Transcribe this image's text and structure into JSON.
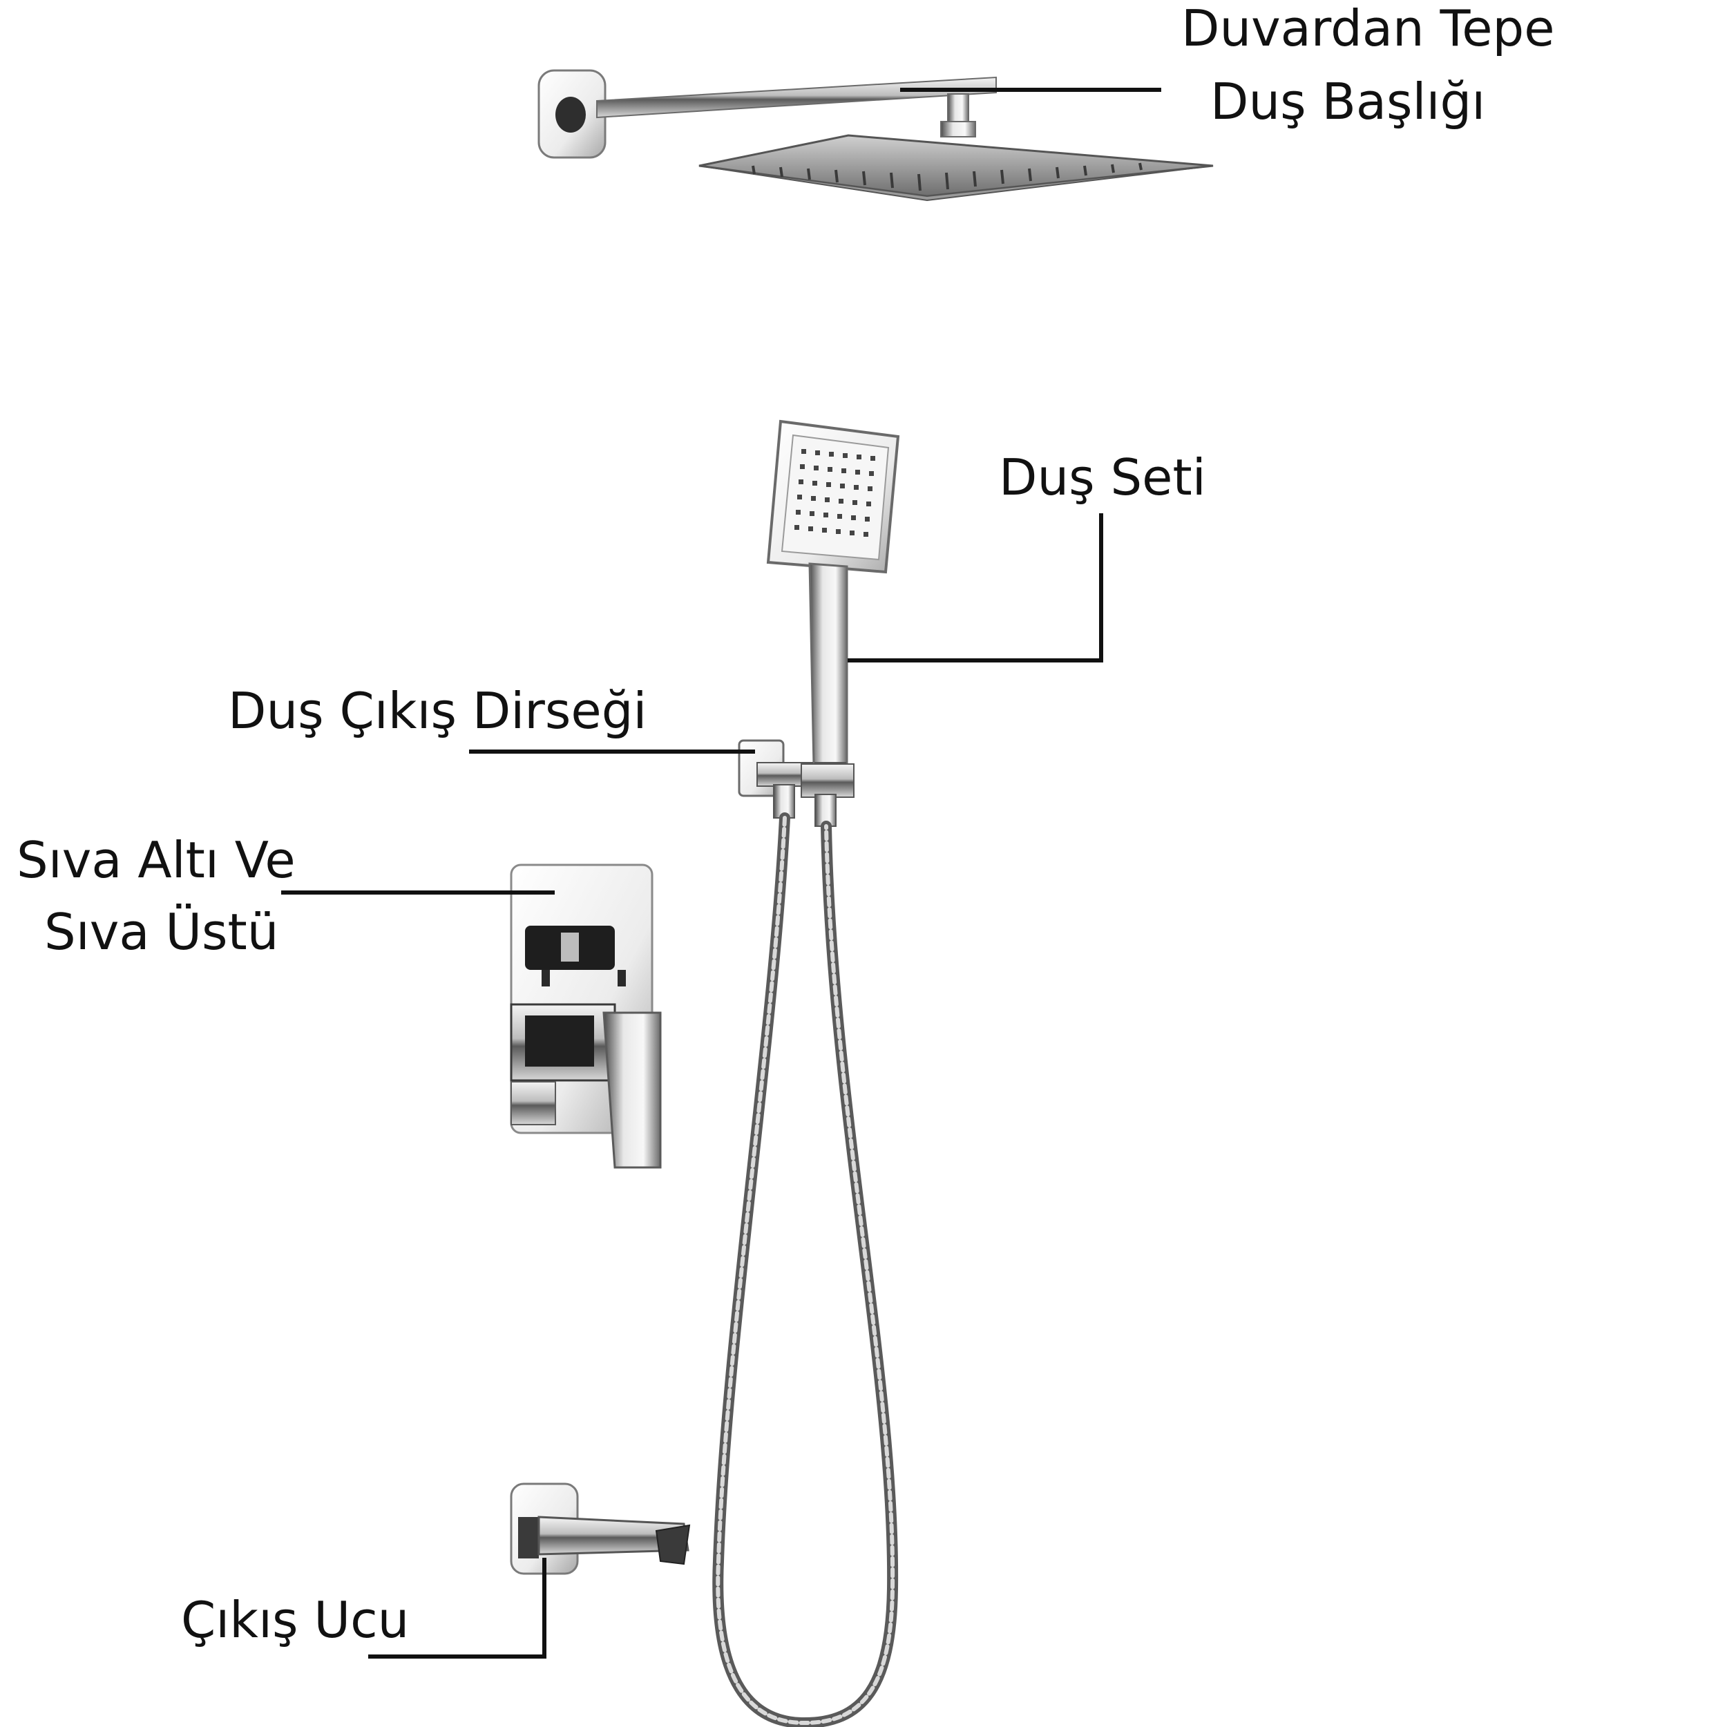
{
  "labels": {
    "rain_head_line1": "Duvardan Tepe",
    "rain_head_line2": "Duş Başlığı",
    "hand_shower": "Duş Seti",
    "outlet_elbow": "Duş Çıkış Dirseği",
    "valve_line1": "Sıva Altı Ve",
    "valve_line2": "Sıva Üstü",
    "spout": "Çıkış Ucu"
  },
  "colors": {
    "text": "#111111",
    "chrome_dark": "#3a3a3a",
    "chrome_mid": "#8a8a8a",
    "chrome_light": "#e6e6e6"
  }
}
